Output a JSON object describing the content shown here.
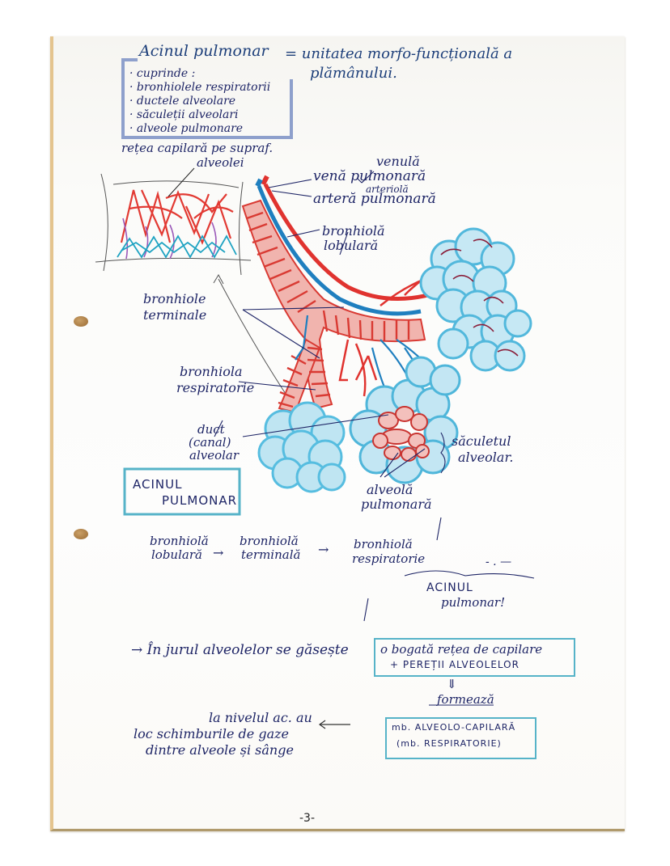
{
  "page": {
    "page_number": "-3-",
    "colors": {
      "ink_dark": "#1e2566",
      "ink_blue": "#1d3f7a",
      "box_lavender": "#8ea0cc",
      "box_teal": "#56b3c8",
      "artery_red": "#e0332f",
      "vein_blue": "#1f7fbf",
      "alveoli_blue": "#5dbfe0",
      "alveoli_pink": "#f3c0bc"
    }
  },
  "header": {
    "title": "Acinul pulmonar",
    "definition_line1": "= unitatea morfo-funcțională a",
    "definition_line2": "plămânului."
  },
  "components_box": {
    "intro": "· cuprinde :",
    "items": [
      "· bronhiolele respiratorii",
      "· ductele alveolare",
      "· săculeții alveolari",
      "· alveole pulmonare"
    ]
  },
  "diagram": {
    "labels": {
      "capillary_network": "rețea capilară pe supraf.",
      "capillary_network_2": "alveolei",
      "venule": "venulă",
      "pulmonary_vein": "venă pulmonară",
      "arteriole": "arteriolă",
      "pulmonary_artery": "arteră pulmonară",
      "lobular_bronchiole_1": "bronhiolă",
      "lobular_bronchiole_2": "lobulară",
      "terminal_bronchioles_1": "bronhiole",
      "terminal_bronchioles_2": "terminale",
      "respiratory_bronchiole_1": "bronhiola",
      "respiratory_bronchiole_2": "respiratorie",
      "alveolar_duct_1": "duct",
      "alveolar_duct_2": "(canal)",
      "alveolar_duct_3": "alveolar",
      "alveolar_sac_1": "săculetul",
      "alveolar_sac_2": "alveolar.",
      "pulmonary_alveolus_1": "alveolă",
      "pulmonary_alveolus_2": "pulmonară"
    },
    "acinus_box": {
      "line1": "ACINUL",
      "line2": "PULMONAR"
    }
  },
  "sequence": {
    "steps": [
      {
        "line1": "bronhiolă",
        "line2": "lobulară"
      },
      {
        "line1": "bronhiolă",
        "line2": "terminală"
      },
      {
        "line1": "bronhiolă",
        "line2": "respiratorie"
      }
    ],
    "arrow": "→",
    "trailing": "- . —",
    "acinus_line1": "ACINUL",
    "acinus_line2": "pulmonar!"
  },
  "notes": {
    "around_alveoli": "→ În jurul alveolelor se găsește",
    "box_line1": "o bogată rețea de capilare",
    "box_line2": "+ PEREȚII ALVEOLELOR",
    "double_arrow": "⇓",
    "forms": "formează",
    "membrane_line1": "mb. ALVEOLO-CAPILARĂ",
    "membrane_line2": "(mb. RESPIRATORIE)",
    "left_arrow": "←",
    "exchange_line1": "la nivelul ac. au",
    "exchange_line2": "loc schimburile de gaze",
    "exchange_line3": "dintre alveole și sânge"
  }
}
